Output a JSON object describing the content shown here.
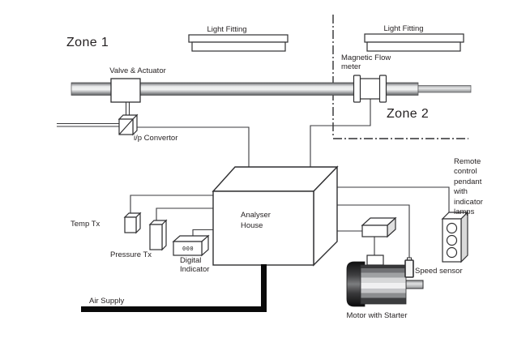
{
  "labels": {
    "zone1": "Zone 1",
    "zone2": "Zone 2",
    "light_fitting_left": "Light Fitting",
    "light_fitting_right": "Light Fitting",
    "valve_actuator": "Valve & Actuator",
    "ip_convertor": "i/p Convertor",
    "magnetic_flow_meter": "Magnetic Flow\nmeter",
    "analyser_house": "Analyser\nHouse",
    "temp_tx": "Temp Tx",
    "pressure_tx": "Pressure Tx",
    "digital_indicator": "Digital\nIndicator",
    "digital_display": "000",
    "air_supply": "Air Supply",
    "motor_with_starter": "Motor with Starter",
    "speed_sensor": "Speed sensor",
    "remote_pendant": "Remote\ncontrol\npendant\nwith\nindicator\nlamps"
  },
  "colors": {
    "background": "#ffffff",
    "outline": "#2f2f31",
    "wire": "#3a3a3c",
    "text": "#231f20",
    "pipe_dark": "#58595b",
    "pipe_light": "#f2f3f3",
    "panel_gray": "#d9d9d9",
    "air_pipe_black": "#0a0a0a"
  }
}
